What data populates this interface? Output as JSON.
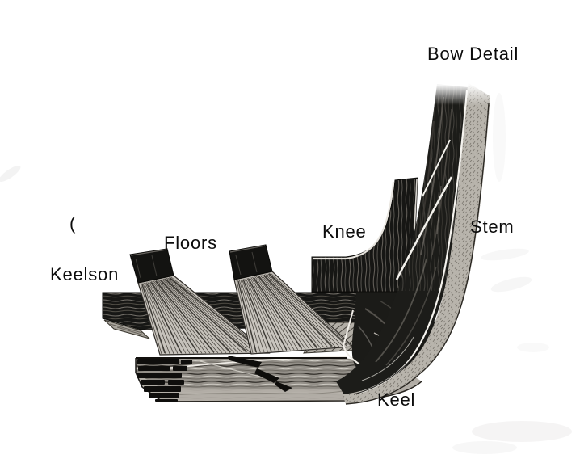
{
  "figure": {
    "title": "Bow Detail",
    "labels": {
      "stem": "Stem",
      "knee": "Knee",
      "floors": "Floors",
      "keelson": "Keelson",
      "keel": "Keel",
      "stray_mark": "("
    }
  },
  "colors": {
    "paper": "#ffffff",
    "ink": "#0c0c0c",
    "wood_dark": "#1b1b18",
    "wood_mid": "#938f88",
    "wood_light": "#c6c2bb",
    "band_gray": "#b8b4ac"
  }
}
